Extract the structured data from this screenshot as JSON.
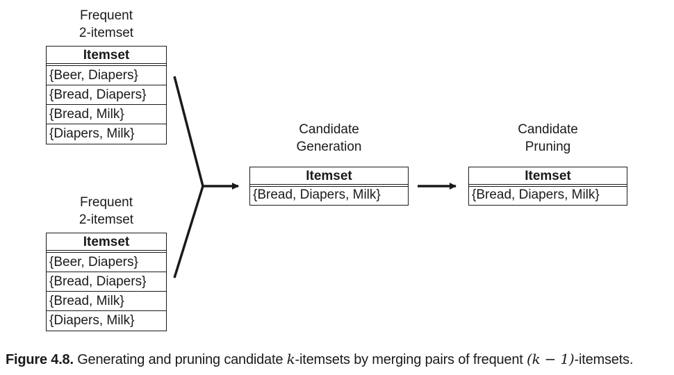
{
  "left_top": {
    "label": "Frequent\n2-itemset",
    "header": "Itemset",
    "rows": [
      "{Beer, Diapers}",
      "{Bread, Diapers}",
      "{Bread, Milk}",
      "{Diapers, Milk}"
    ]
  },
  "left_bottom": {
    "label": "Frequent\n2-itemset",
    "header": "Itemset",
    "rows": [
      "{Beer, Diapers}",
      "{Bread, Diapers}",
      "{Bread, Milk}",
      "{Diapers, Milk}"
    ]
  },
  "generation": {
    "label": "Candidate\nGeneration",
    "header": "Itemset",
    "rows": [
      "{Bread, Diapers, Milk}"
    ]
  },
  "pruning": {
    "label": "Candidate\nPruning",
    "header": "Itemset",
    "rows": [
      "{Bread, Diapers, Milk}"
    ]
  },
  "caption": {
    "figure": "Figure 4.8.",
    "part1": " Generating and pruning candidate ",
    "k": "k",
    "part2": "-itemsets by merging pairs of frequent ",
    "k_minus_1": "(k − 1)",
    "part3": "-itemsets."
  }
}
